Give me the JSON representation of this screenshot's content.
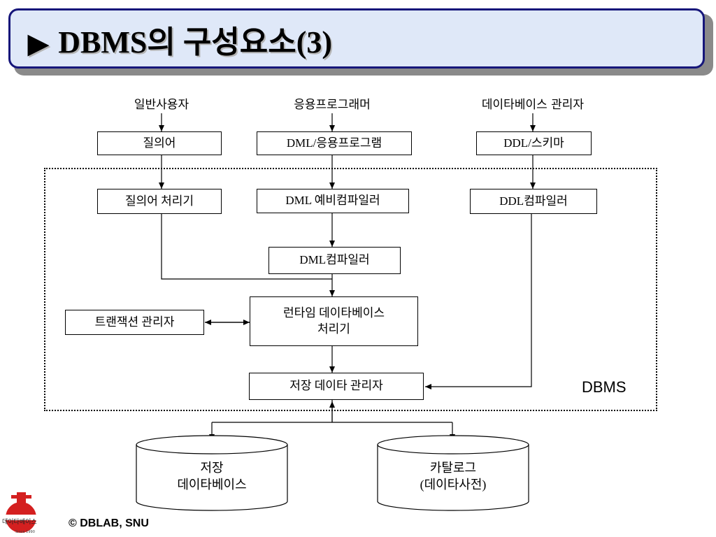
{
  "slide": {
    "title_arrow": "▶",
    "title": "DBMS의 구성요소(3)"
  },
  "users": {
    "general": "일반사용자",
    "programmer": "응용프로그래머",
    "dba": "데이타베이스 관리자"
  },
  "inputs": {
    "query": "질의어",
    "dml_app": "DML/응용프로그램",
    "ddl_schema": "DDL/스키마"
  },
  "dbms": {
    "label": "DBMS",
    "query_processor": "질의어 처리기",
    "dml_precompiler": "DML 예비컴파일러",
    "ddl_compiler": "DDL컴파일러",
    "dml_compiler": "DML컴파일러",
    "runtime_line1": "런타임 데이타베이스",
    "runtime_line2": "처리기",
    "transaction_manager": "트랜잭션 관리자",
    "storage_manager": "저장 데이타 관리자"
  },
  "storage": {
    "db_line1": "저장",
    "db_line2": "데이타베이스",
    "catalog_line1": "카탈로그",
    "catalog_line2": "(데이타사전)"
  },
  "footer": {
    "logo_text": "데이타베이스",
    "logo_since": "Since 1990",
    "copyright": "© DBLAB, SNU"
  },
  "colors": {
    "title_bg": "#dfe8f8",
    "title_border": "#16167a",
    "logo_red": "#d42020"
  }
}
